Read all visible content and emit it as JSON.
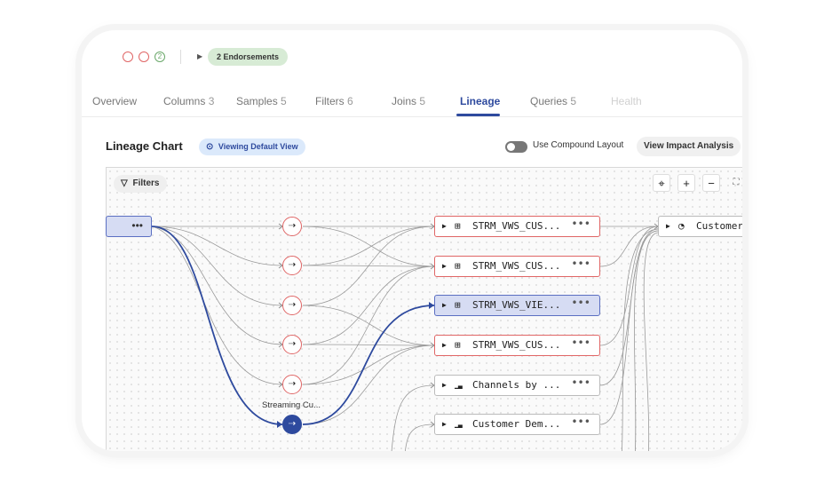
{
  "header": {
    "status_circles": [
      {
        "color": "#e06666",
        "label": ""
      },
      {
        "color": "#e06666",
        "label": ""
      },
      {
        "color": "#6aa86a",
        "label": "2"
      }
    ],
    "expand_icon": "chevron-right-icon",
    "endorsements_label": "2 Endorsements"
  },
  "tabs": [
    {
      "label": "Overview",
      "count": ""
    },
    {
      "label": "Columns",
      "count": "3"
    },
    {
      "label": "Samples",
      "count": "5"
    },
    {
      "label": "Filters",
      "count": "6"
    },
    {
      "label": "Joins",
      "count": "5"
    },
    {
      "label": "Lineage",
      "count": ""
    },
    {
      "label": "Queries",
      "count": "5"
    },
    {
      "label": "Health",
      "count": ""
    }
  ],
  "active_tab": "Lineage",
  "lineage": {
    "title": "Lineage Chart",
    "view_pill": "Viewing Default View",
    "compound_label": "Use Compound Layout",
    "compound_on": false,
    "impact_button": "View Impact Analysis",
    "filters_button": "Filters",
    "zoom_controls": [
      "⌖",
      "+",
      "−",
      "⛶"
    ],
    "source_node": {
      "menu": "•••"
    },
    "process_nodes": [
      {
        "icon": "transform-icon",
        "label": "",
        "selected": false
      },
      {
        "icon": "transform-icon",
        "label": "",
        "selected": false
      },
      {
        "icon": "transform-icon",
        "label": "",
        "selected": false
      },
      {
        "icon": "transform-icon",
        "label": "",
        "selected": false
      },
      {
        "icon": "transform-icon",
        "label": "",
        "selected": false
      },
      {
        "icon": "transform-icon",
        "label": "Streaming Cu...",
        "selected": true
      }
    ],
    "table_nodes": [
      {
        "icon": "table-icon",
        "label": "STRM_VWS_CUS...",
        "style": "red",
        "menu": "•••"
      },
      {
        "icon": "table-icon",
        "label": "STRM_VWS_CUS...",
        "style": "red",
        "menu": "•••"
      },
      {
        "icon": "table-icon",
        "label": "STRM_VWS_VIE...",
        "style": "selected",
        "menu": "•••"
      },
      {
        "icon": "table-icon",
        "label": "STRM_VWS_CUS...",
        "style": "red",
        "menu": "•••"
      },
      {
        "icon": "chart-icon",
        "label": "Channels by ...",
        "style": "grey",
        "menu": "•••"
      },
      {
        "icon": "chart-icon",
        "label": "Customer Dem...",
        "style": "grey",
        "menu": "•••"
      }
    ],
    "right_node": {
      "icon": "gauge-icon",
      "label": "Customer"
    }
  },
  "colors": {
    "accent": "#2e4a9e",
    "error": "#e06666",
    "success": "#6aa86a"
  }
}
